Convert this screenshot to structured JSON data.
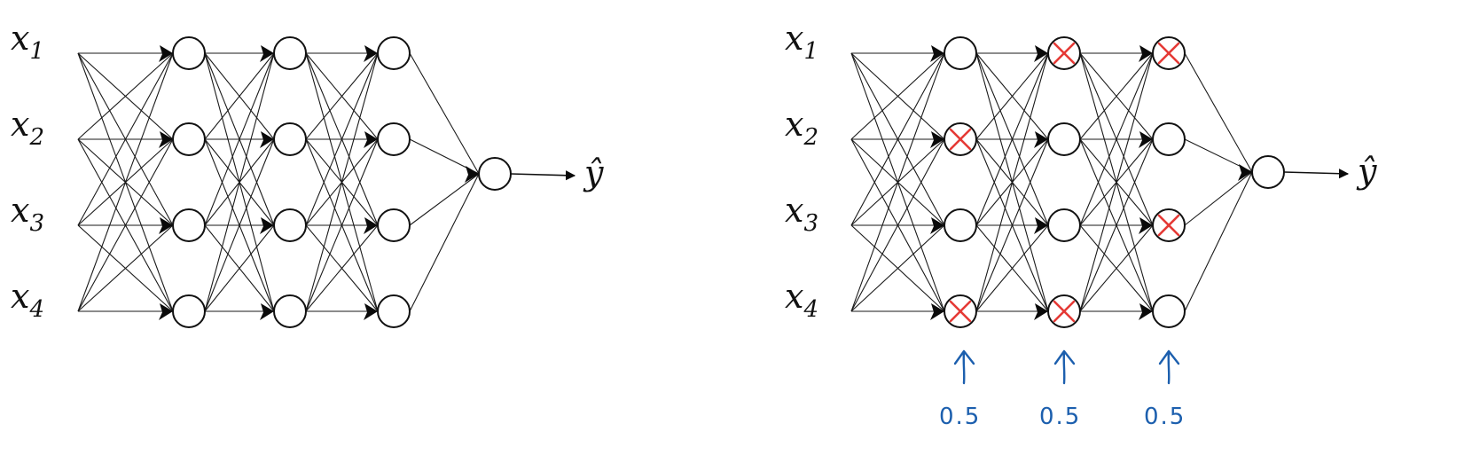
{
  "colors": {
    "node_stroke": "#111111",
    "edge": "#1a1a1a",
    "dropout_mark": "#e53935",
    "annotation_ink": "#1c5fae"
  },
  "inputs": [
    {
      "base": "x",
      "sub": "1"
    },
    {
      "base": "x",
      "sub": "2"
    },
    {
      "base": "x",
      "sub": "3"
    },
    {
      "base": "x",
      "sub": "4"
    }
  ],
  "output_label": "ŷ",
  "networks": [
    {
      "name": "full-network",
      "layer_sizes": [
        4,
        4,
        4,
        1
      ],
      "dropped": [
        [],
        [],
        [],
        []
      ]
    },
    {
      "name": "dropout-network",
      "layer_sizes": [
        4,
        4,
        4,
        1
      ],
      "dropped": [
        [
          1,
          3
        ],
        [
          0,
          3
        ],
        [
          0,
          2
        ],
        []
      ]
    }
  ],
  "keep_prob_annotations": [
    "0.5",
    "0.5",
    "0.5"
  ]
}
